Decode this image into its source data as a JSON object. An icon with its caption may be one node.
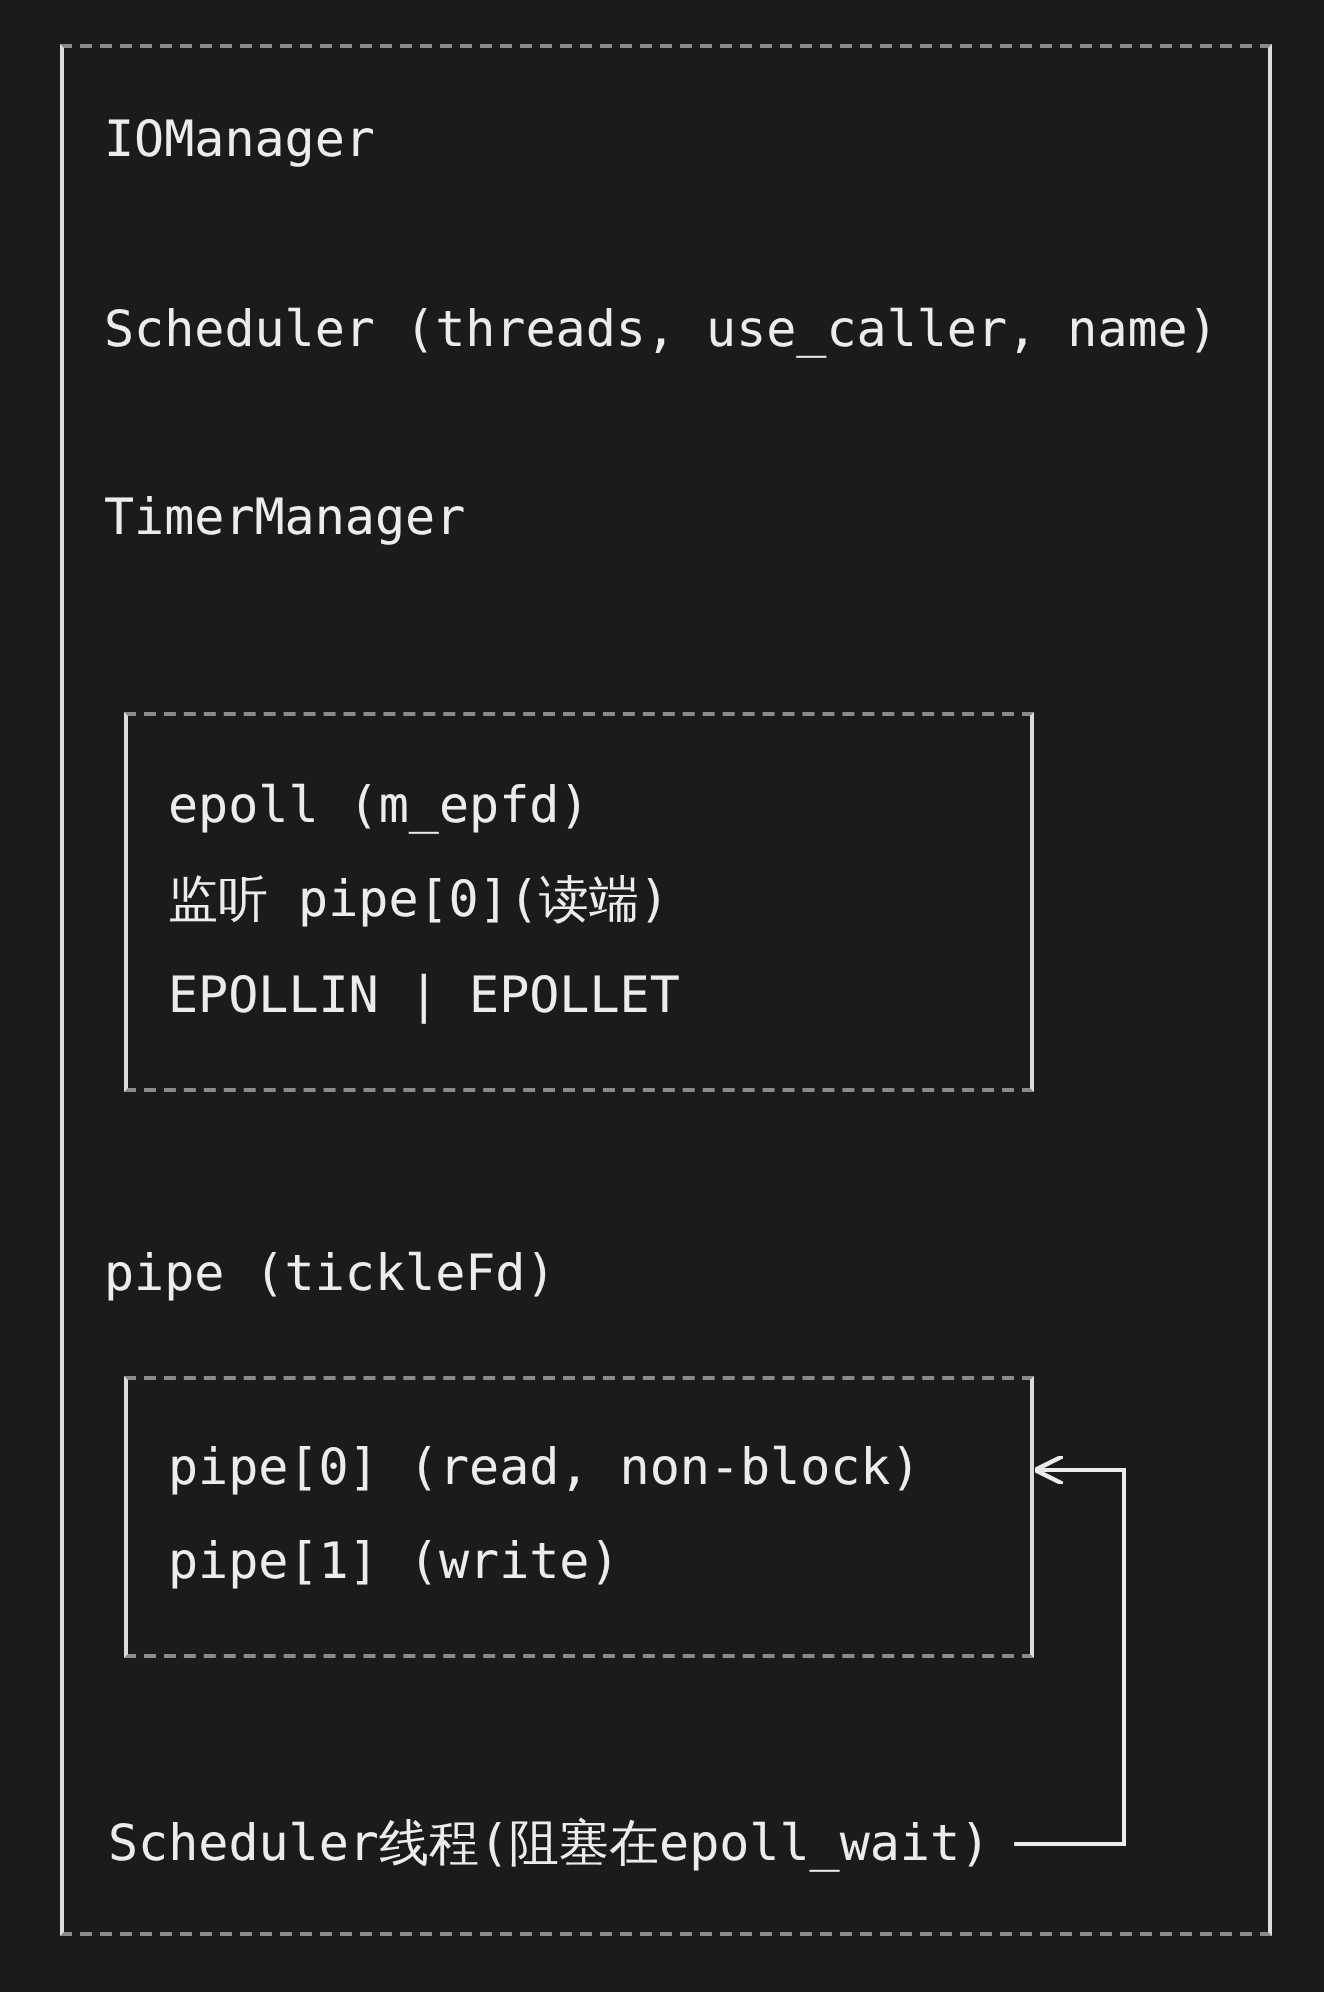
{
  "diagram": {
    "nodes": [
      {
        "text": [
          "IOManager",
          "Scheduler (threads, use_caller, name)",
          "TimerManager",
          "pipe (tickleFd)"
        ]
      },
      {
        "text": [
          "epoll (m_epfd)",
          "监听 pipe[0](读端)",
          "EPOLLIN | EPOLLET"
        ],
        "in": 0
      },
      {
        "text": [
          "pipe[0] (read, non-block)",
          "pipe[1] (write)"
        ],
        "in": 0
      },
      {
        "text": [
          "Scheduler线程(阻塞在epoll_wait)"
        ],
        "in": 0
      }
    ],
    "edges": [
      {
        "from": 3,
        "to": 2,
        "arrow": "to"
      }
    ]
  }
}
